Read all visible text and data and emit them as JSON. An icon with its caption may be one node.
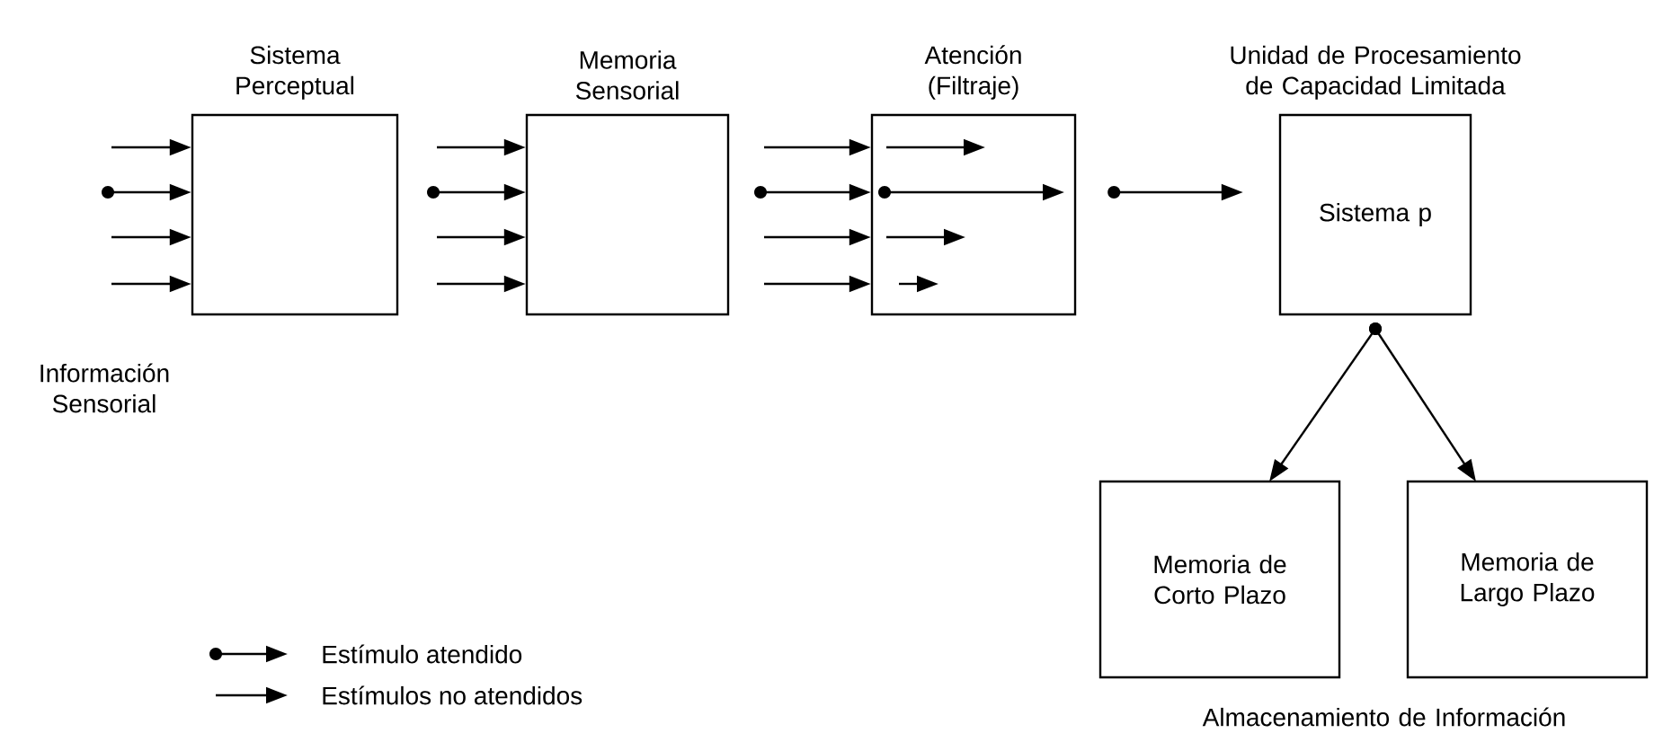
{
  "diagram": {
    "nodes": [
      {
        "text": [
          "Sistema Perceptual"
        ]
      },
      {
        "text": [
          "Memoria Sensorial"
        ]
      },
      {
        "text": [
          "Atención (Filtraje)"
        ]
      },
      {
        "text": [
          "Unidad de Procesamiento de Capacidad Limitada",
          "Sistema p"
        ]
      },
      {
        "text": [
          "Memoria de Corto Plazo"
        ]
      },
      {
        "text": [
          "Memoria de Largo Plazo"
        ]
      }
    ],
    "edges": [
      {
        "from": null,
        "to": 0,
        "arrow": "to"
      },
      {
        "from": null,
        "to": 0,
        "arrow": "to"
      },
      {
        "from": null,
        "to": 0,
        "arrow": "to"
      },
      {
        "from": null,
        "to": 0,
        "arrow": "to"
      },
      {
        "from": null,
        "to": 1,
        "arrow": "to"
      },
      {
        "from": null,
        "to": 1,
        "arrow": "to"
      },
      {
        "from": null,
        "to": 1,
        "arrow": "to"
      },
      {
        "from": null,
        "to": 1,
        "arrow": "to"
      },
      {
        "from": null,
        "to": 2,
        "arrow": "to"
      },
      {
        "from": null,
        "to": 2,
        "arrow": "to"
      },
      {
        "from": null,
        "to": 2,
        "arrow": "to"
      },
      {
        "from": null,
        "to": 2,
        "arrow": "to"
      },
      {
        "from": 2,
        "to": 3,
        "arrow": "to"
      },
      {
        "from": 3,
        "to": 4,
        "arrow": "to"
      },
      {
        "from": 3,
        "to": 5,
        "arrow": "to"
      }
    ],
    "labels": [
      "Información Sensorial",
      "Almacenamiento de Información"
    ],
    "legend": [
      {
        "text": "Estímulo atendido"
      },
      {
        "text": "Estímulos no atendidos"
      }
    ]
  }
}
